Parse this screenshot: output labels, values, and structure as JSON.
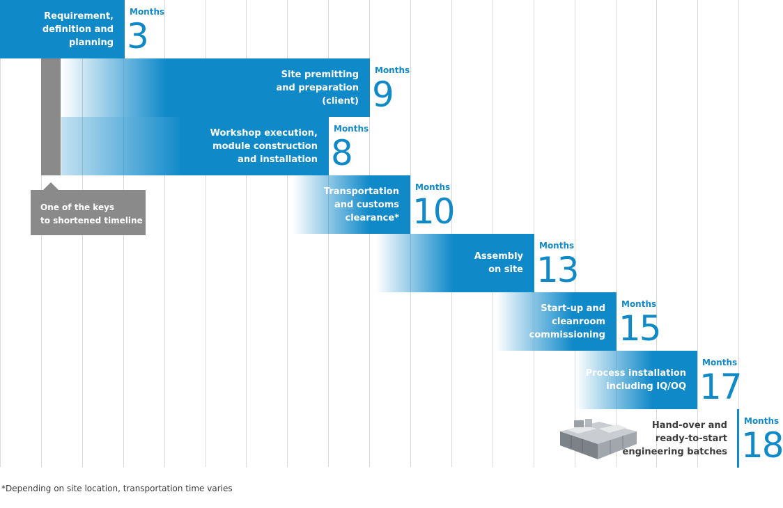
{
  "colors": {
    "accent": "#1089c9",
    "gray": "#8a8a8a",
    "grid": "#d9d9d9"
  },
  "months_word": "Months",
  "phases": [
    {
      "label": "Requirement,\ndefinition and\nplanning",
      "months": "3"
    },
    {
      "label": "Site premitting\nand preparation\n(client)",
      "months": "9"
    },
    {
      "label": "Workshop execution,\nmodule construction\nand installation",
      "months": "8"
    },
    {
      "label": "Transportation\nand customs\nclearance*",
      "months": "10"
    },
    {
      "label": "Assembly\non site",
      "months": "13"
    },
    {
      "label": "Start-up and\ncleanroom\ncommissioning",
      "months": "15"
    },
    {
      "label": "Process installation\nincluding IQ/OQ",
      "months": "17"
    },
    {
      "label": "Hand-over and\nready-to-start\nengineering batches",
      "months": "18"
    }
  ],
  "callout": "One of the keys\nto shortened timeline",
  "footnote": "*Depending on site location, transportation time varies",
  "final_icon": "modular-facility-building"
}
